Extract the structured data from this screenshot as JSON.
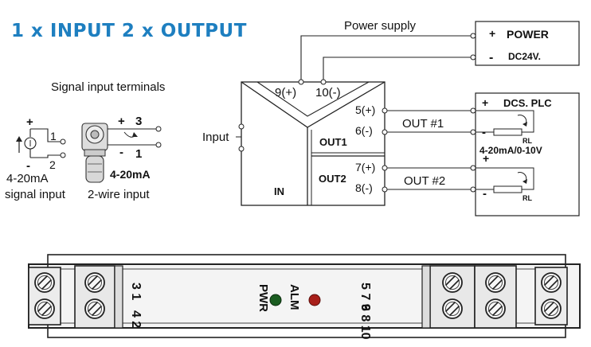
{
  "title": "1 x INPUT  2 x OUTPUT",
  "power_supply": {
    "label": "Power supply",
    "box": "POWER",
    "voltage": "DC24V.",
    "plus": "+",
    "minus": "-"
  },
  "signal_input": {
    "title": "Signal input terminals",
    "left_plus": "+",
    "left_minus": "-",
    "left_t1": "1",
    "left_t2": "2",
    "left_caption_1": "4-20mA",
    "left_caption_2": "signal input",
    "right_plus": "+",
    "right_t3": "3",
    "right_minus": "-",
    "right_t1": "1",
    "right_ma": "4-20mA",
    "right_caption": "2-wire input"
  },
  "module": {
    "input_label": "Input",
    "in": "IN",
    "out1": "OUT1",
    "out2": "OUT2",
    "t9": "9(+)",
    "t10": "10(-)",
    "t5": "5(+)",
    "t6": "6(-)",
    "t7": "7(+)",
    "t8": "8(-)"
  },
  "outputs": {
    "out1_label": "OUT #1",
    "out2_label": "OUT #2",
    "dcs": "DCS. PLC",
    "range": "4-20mA/0-10V",
    "rl1": "RL",
    "rl2": "RL",
    "plus1": "+",
    "minus1": "-",
    "plus2": "+",
    "minus2": "-"
  },
  "device": {
    "left_top": "3 1",
    "left_bottom": "4 2",
    "pwr": "PWR",
    "alm": "ALM",
    "right_top": "5 7 9",
    "right_bottom": "6 8 10",
    "pwr_color": "#1a5c20",
    "alm_color": "#a81f1a"
  }
}
